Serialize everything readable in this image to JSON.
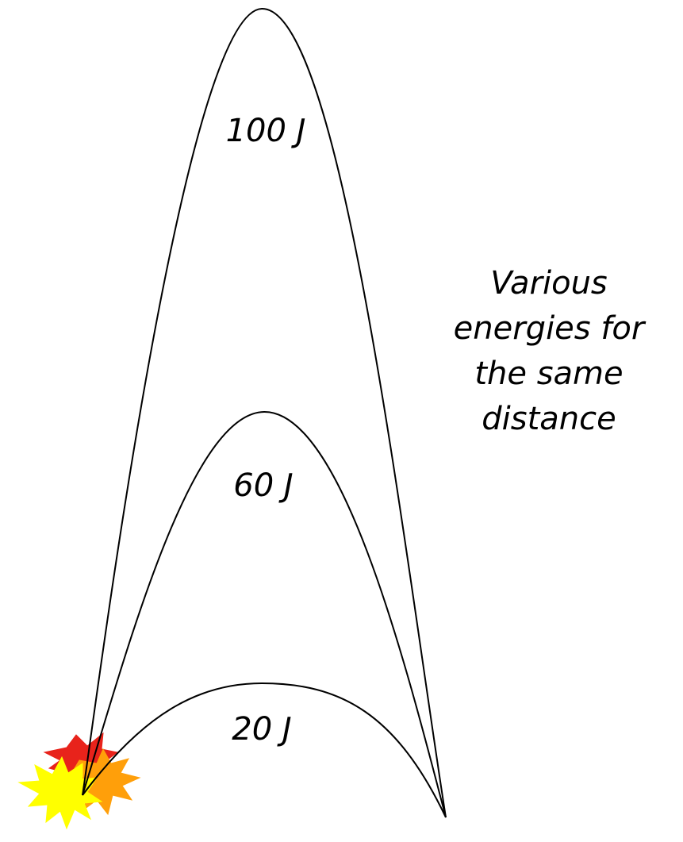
{
  "diagram": {
    "labels": {
      "high": "100 J",
      "mid": "60 J",
      "low": "20 J"
    },
    "caption": {
      "line1": "Various",
      "line2": "energies for",
      "line3": "the same",
      "line4": "distance"
    },
    "colors": {
      "stroke": "#000000",
      "burst_outer": "#e8231b",
      "burst_mid": "#ff9f0a",
      "burst_inner": "#ffff00"
    },
    "icons": {
      "launch": "explosion-burst-icon"
    }
  }
}
